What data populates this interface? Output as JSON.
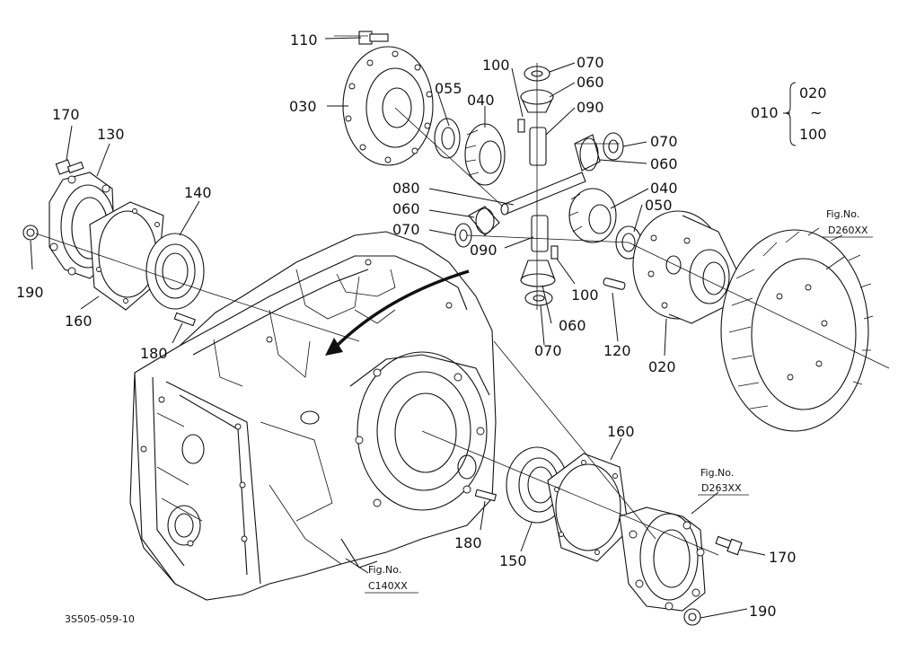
{
  "callouts": {
    "c110": "110",
    "c030": "030",
    "c055": "055",
    "c040a": "040",
    "c100a": "100",
    "c070a": "070",
    "c060a": "060",
    "c090a": "090",
    "c070b": "070",
    "c060b": "060",
    "c080": "080",
    "c040b": "040",
    "c060c": "060",
    "c050": "050",
    "c070c": "070",
    "c090b": "090",
    "c100b": "100",
    "c060d": "060",
    "c070d": "070",
    "c120": "120",
    "c020": "020",
    "c170a": "170",
    "c130": "130",
    "c140": "140",
    "c190a": "190",
    "c160a": "160",
    "c180a": "180",
    "c160b": "160",
    "c180b": "180",
    "c150": "150",
    "c170b": "170",
    "c190b": "190"
  },
  "range_note": {
    "main": "010",
    "from": "020",
    "tilde": "~",
    "to": "100"
  },
  "fig_refs": {
    "d260": {
      "label": "Fig.No.",
      "code": "D260XX"
    },
    "d263": {
      "label": "Fig.No.",
      "code": "D263XX"
    },
    "c140": {
      "label": "Fig.No.",
      "code": "C140XX"
    }
  },
  "drawing_id": "3S505-059-10"
}
